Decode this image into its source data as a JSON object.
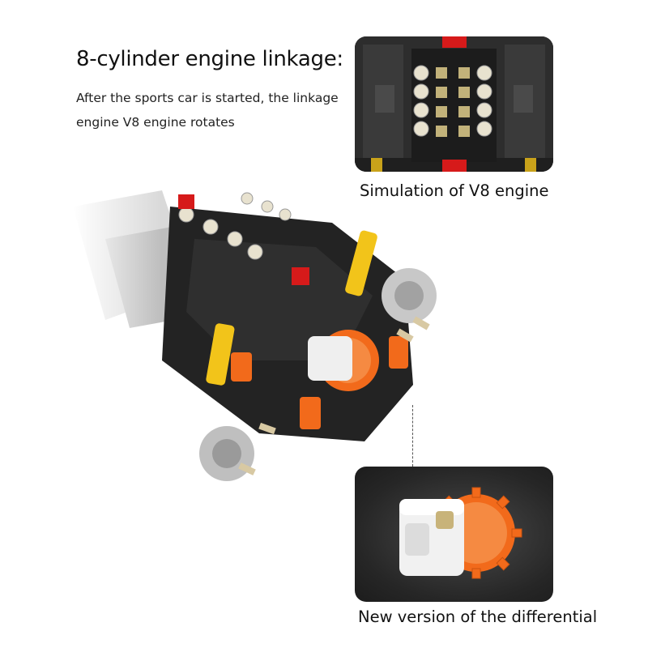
{
  "headline": "8-cylinder engine linkage:",
  "description": {
    "line1": "After the sports car is started, the linkage",
    "line2": "engine V8 engine rotates"
  },
  "captions": {
    "engine": "Simulation of V8 engine",
    "differential": "New version of the differential"
  },
  "colors": {
    "gear_orange": "#f26a1b",
    "piston_yellow": "#f2c41a",
    "accent_red": "#d61a1a",
    "beam_black": "#1e1e1e",
    "light_gray": "#c9c9c9",
    "panel_dark": "#2b2b2b"
  }
}
